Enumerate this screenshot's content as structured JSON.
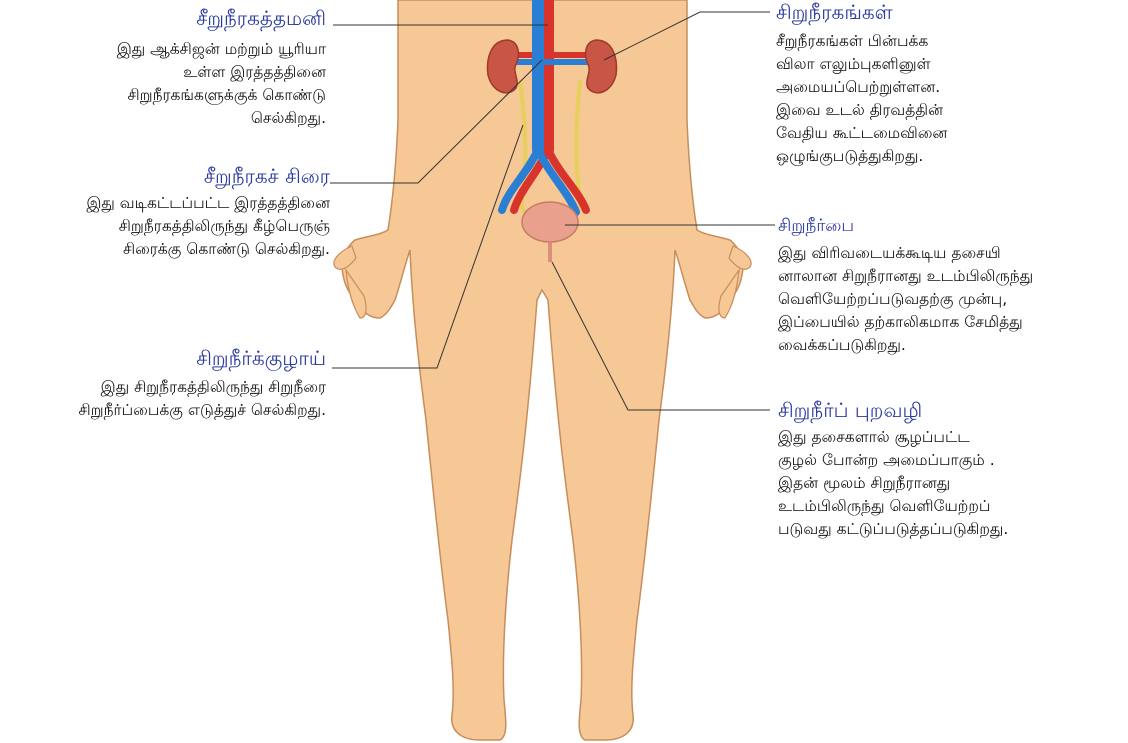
{
  "labels": {
    "artery": {
      "title": "சீறுநீரகத்தமனி",
      "desc": "இது ஆக்சிஜன் மற்றும் யூரியா\nஉள்ள இரத்தத்தினை\nசிறுநீரகங்களுக்குக் கொண்டு\nசெல்கிறது."
    },
    "vein": {
      "title": "சீறுநீரகச் சிரை",
      "desc": "இது வடிகட்டப்பட்ட இரத்தத்தினை\nசிறுநீரகத்திலிருந்து கீழ்பெருஞ்\nசிரைக்கு கொண்டு செல்கிறது."
    },
    "ureter": {
      "title": "சிறுநீர்க்குழாய்",
      "desc": "இது சிறுநீரகத்திலிருந்து சிறுநீரை\nசிறுநீர்ப்பைக்கு எடுத்துச் செல்கிறது."
    },
    "kidneys": {
      "title": "சிறுநீரகங்கள்",
      "desc": "சீறுநீரகங்கள் பின்பக்க\nவிலா எலும்புகளினுள்\nஅமையப்பெற்றுள்ளன.\nஇவை உடல் திரவத்தின்\nவேதிய கூட்டமைவினை\nஒழுங்குபடுத்துகிறது."
    },
    "bladder": {
      "title": "சிறுநீர்பை",
      "desc": "இது விரிவடையக்கூடிய தசையி\nனாலான சிறுநீரானது உடம்பிலிருந்து\nவெளியேற்றப்படுவதற்கு முன்பு,\nஇப்பையில் தற்காலிகமாக சேமித்து\nவைக்கப்படுகிறது."
    },
    "urethra": {
      "title": "சிறுநீர்ப் புறவழி",
      "desc": "இது தசைகளால் சூழப்பட்ட\nகுழல் போன்ற அமைப்பாகும் .\nஇதன் மூலம் சிறுநீரானது\nஉடம்பிலிருந்து வெளியேற்றப்\nபடுவது கட்டுப்படுத்தப்படுகிறது."
    }
  },
  "colors": {
    "skin": "#f6c896",
    "skin_outline": "#c98d5c",
    "artery": "#d8342c",
    "vein": "#2a7fd4",
    "ureter": "#f0e07a",
    "bladder": "#e9a08c",
    "title": "#2b3a9e",
    "leader_line": "#333333"
  }
}
